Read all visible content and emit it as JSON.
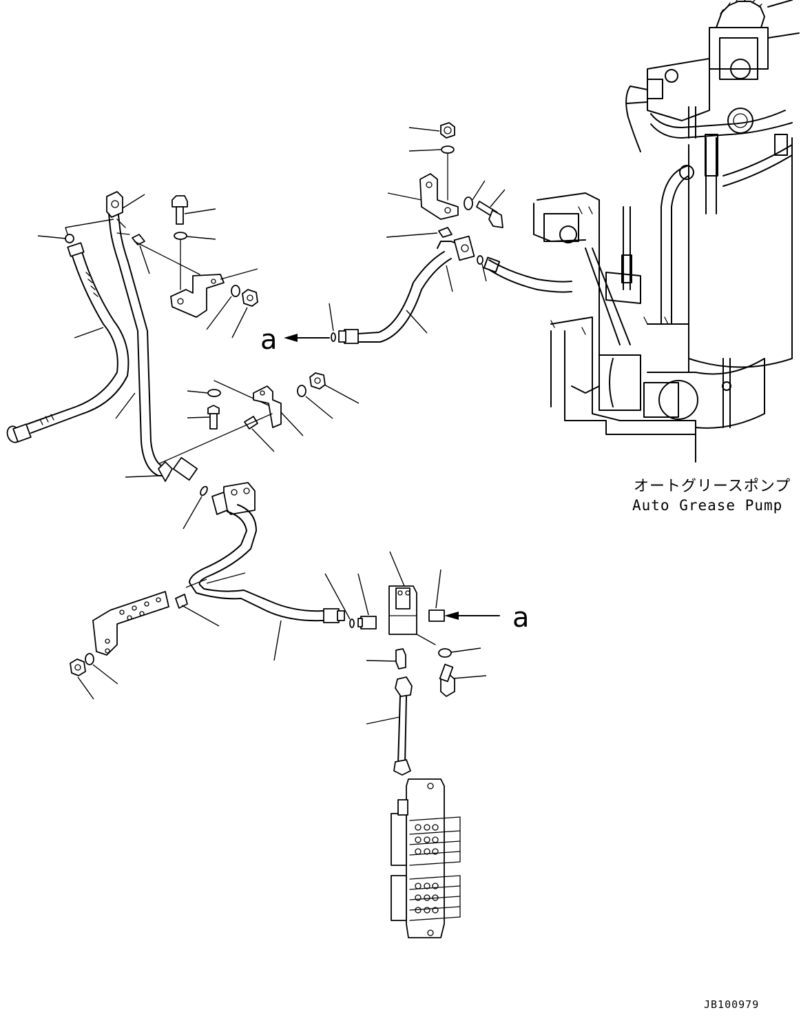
{
  "figure": {
    "drawing_number": "JB100979",
    "pump_label_jp": "オートグリースポンプ",
    "pump_label_en": "Auto Grease Pump",
    "connection_ref_label": "a"
  }
}
